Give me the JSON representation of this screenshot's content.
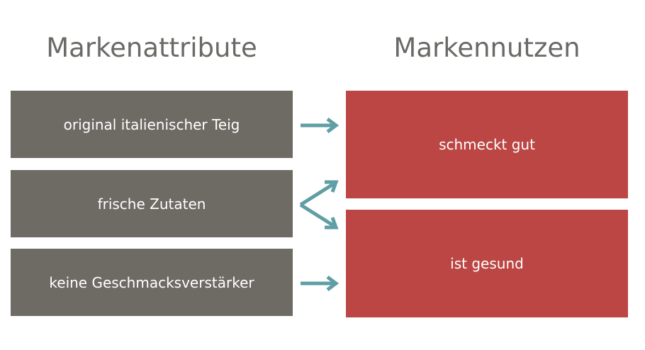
{
  "headings": {
    "left": "Markenattribute",
    "right": "Markennutzen"
  },
  "attributes": [
    "original italienischer Teig",
    "frische Zutaten",
    "keine Geschmacksverstärker"
  ],
  "benefits": [
    "schmeckt gut",
    "ist gesund"
  ],
  "colors": {
    "heading": "#6b6966",
    "attribute_box": "#6e6b65",
    "benefit_box": "#bb4644",
    "arrow": "#5f9ea5"
  }
}
